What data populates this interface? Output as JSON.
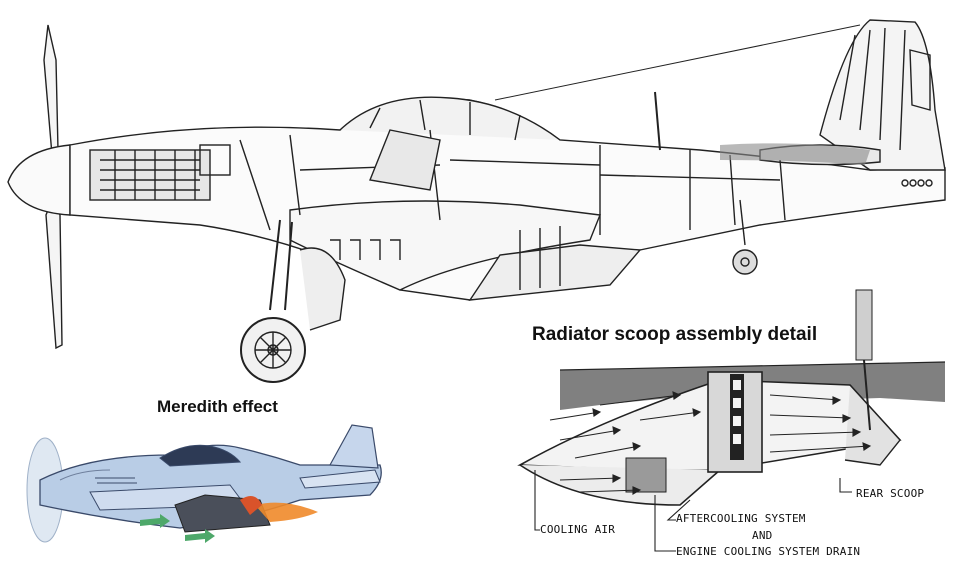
{
  "diagram": {
    "radiator_detail_title": "Radiator scoop assembly detail",
    "meredith_title": "Meredith effect",
    "callouts": {
      "cooling_air": "COOLING AIR",
      "aftercooling": "AFTERCOOLING SYSTEM",
      "and": "AND",
      "engine_drain": "ENGINE COOLING SYSTEM DRAIN",
      "rear_scoop": "REAR SCOOP"
    }
  },
  "colors": {
    "line_art": "#222222",
    "fuselage_shadow": "#8a8a8a",
    "illustration_body": "#b9cde6",
    "illustration_outline": "#3a4a6a",
    "heat_exhaust": "#f08a2a",
    "cool_intake": "#4ea86a"
  }
}
